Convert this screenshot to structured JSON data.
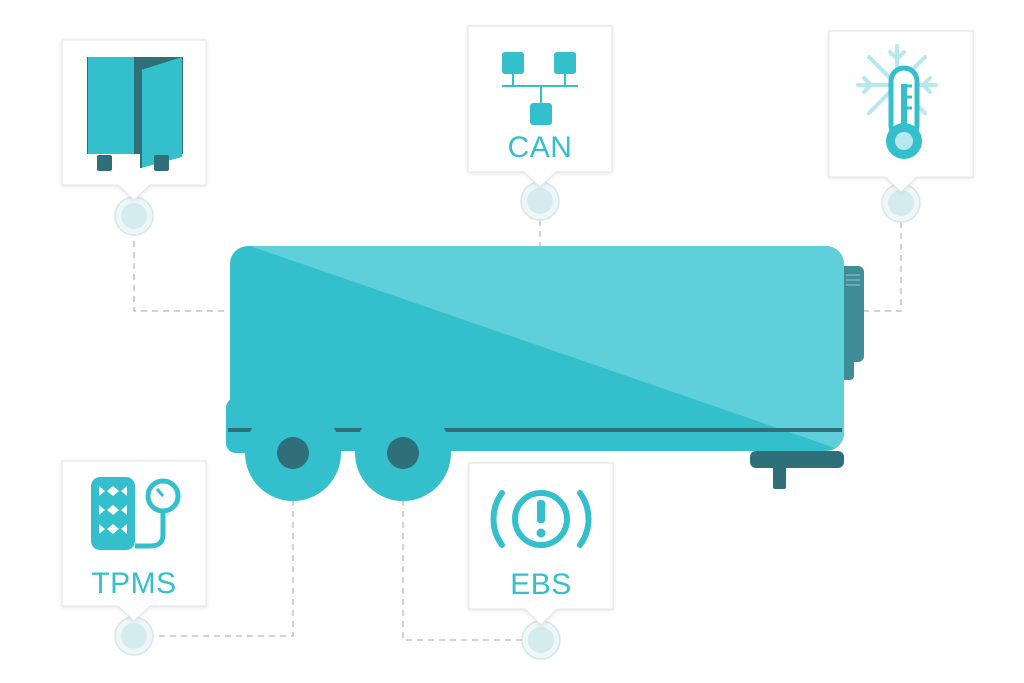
{
  "colors": {
    "accent": "#33c0cc",
    "accent_light": "#5fcfd9",
    "accent_dark": "#2e6f79",
    "connector": "#c9c9c9",
    "card_border": "#e6e6e6",
    "marker": "#d9eef0"
  },
  "callouts": [
    {
      "id": "doors",
      "icon": "trailer-doors-icon",
      "label": ""
    },
    {
      "id": "can",
      "icon": "can-network-icon",
      "label": "CAN"
    },
    {
      "id": "temperature",
      "icon": "snowflake-thermometer-icon",
      "label": ""
    },
    {
      "id": "tpms",
      "icon": "tire-pressure-icon",
      "label": "TPMS"
    },
    {
      "id": "ebs",
      "icon": "brake-warning-icon",
      "label": "EBS"
    }
  ]
}
